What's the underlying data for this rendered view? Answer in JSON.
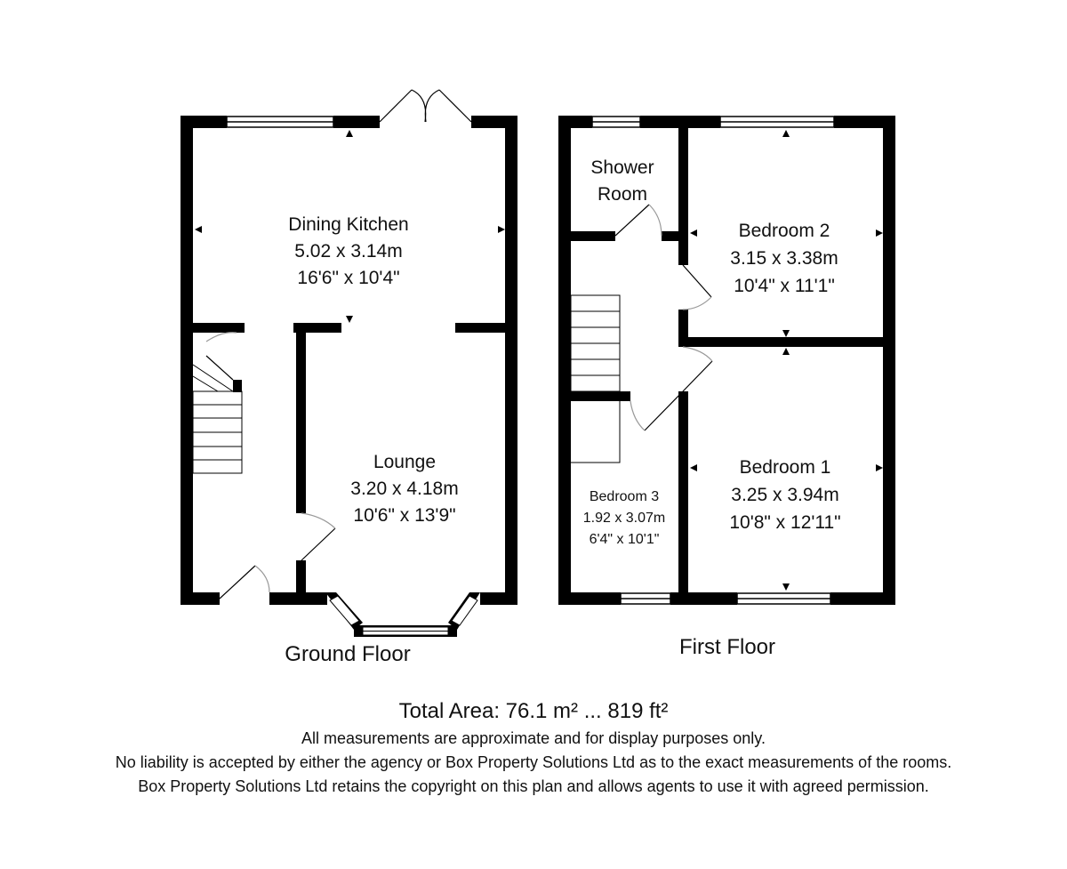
{
  "floors": {
    "ground": {
      "title": "Ground Floor",
      "rooms": {
        "dining_kitchen": {
          "name": "Dining Kitchen",
          "metric": "5.02 x 3.14m",
          "imperial": "16'6\" x 10'4\""
        },
        "lounge": {
          "name": "Lounge",
          "metric": "3.20 x 4.18m",
          "imperial": "10'6\" x 13'9\""
        }
      }
    },
    "first": {
      "title": "First Floor",
      "rooms": {
        "shower_room": {
          "name_line1": "Shower",
          "name_line2": "Room"
        },
        "bedroom_2": {
          "name": "Bedroom 2",
          "metric": "3.15 x 3.38m",
          "imperial": "10'4\" x 11'1\""
        },
        "bedroom_1": {
          "name": "Bedroom 1",
          "metric": "3.25 x 3.94m",
          "imperial": "10'8\" x 12'11\""
        },
        "bedroom_3": {
          "name": "Bedroom 3",
          "metric": "1.92 x 3.07m",
          "imperial": "6'4\" x 10'1\""
        }
      }
    }
  },
  "footer": {
    "total_area": "Total Area: 76.1 m² ... 819 ft²",
    "disclaimer_1": "All measurements are approximate and for display purposes only.",
    "disclaimer_2": "No liability is accepted by either the agency or Box Property Solutions Ltd as to the exact measurements of the rooms.",
    "disclaimer_3": "Box Property Solutions Ltd retains the copyright on this plan and allows agents to use it with agreed permission."
  },
  "colors": {
    "wall": "#000000",
    "background": "#ffffff",
    "door_line": "#888888"
  }
}
